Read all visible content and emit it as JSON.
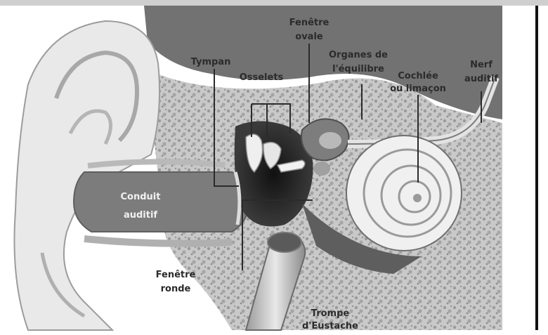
{
  "labels": {
    "fenetre_ovale_1": "Fenêtre",
    "fenetre_ovale_2": "ovale",
    "tympan": "Tympan",
    "osselets": "Osselets",
    "organes_equilibre_1": "Organes de",
    "organes_equilibre_2": "l'équilibre",
    "cochlee_1": "Cochlée",
    "cochlee_2": "ou limaçon",
    "nerf_auditif_1": "Nerf",
    "nerf_auditif_2": "auditif",
    "conduit_auditif_1": "Conduit",
    "conduit_auditif_2": "auditif",
    "fenetre_ronde_1": "Fenêtre",
    "fenetre_ronde_2": "ronde",
    "trompe_eustache_1": "Trompe",
    "trompe_eustache_2": "d'Eustache"
  },
  "colors": {
    "brain_dark": "#6e6e6e",
    "bone_speckle": "#b8b8b8",
    "tissue_light": "#e6e6e6",
    "canal_fill": "#7a7a7a",
    "cochlea_fill": "#f2f2f2",
    "dark_cavity": "#2a2a2a"
  }
}
